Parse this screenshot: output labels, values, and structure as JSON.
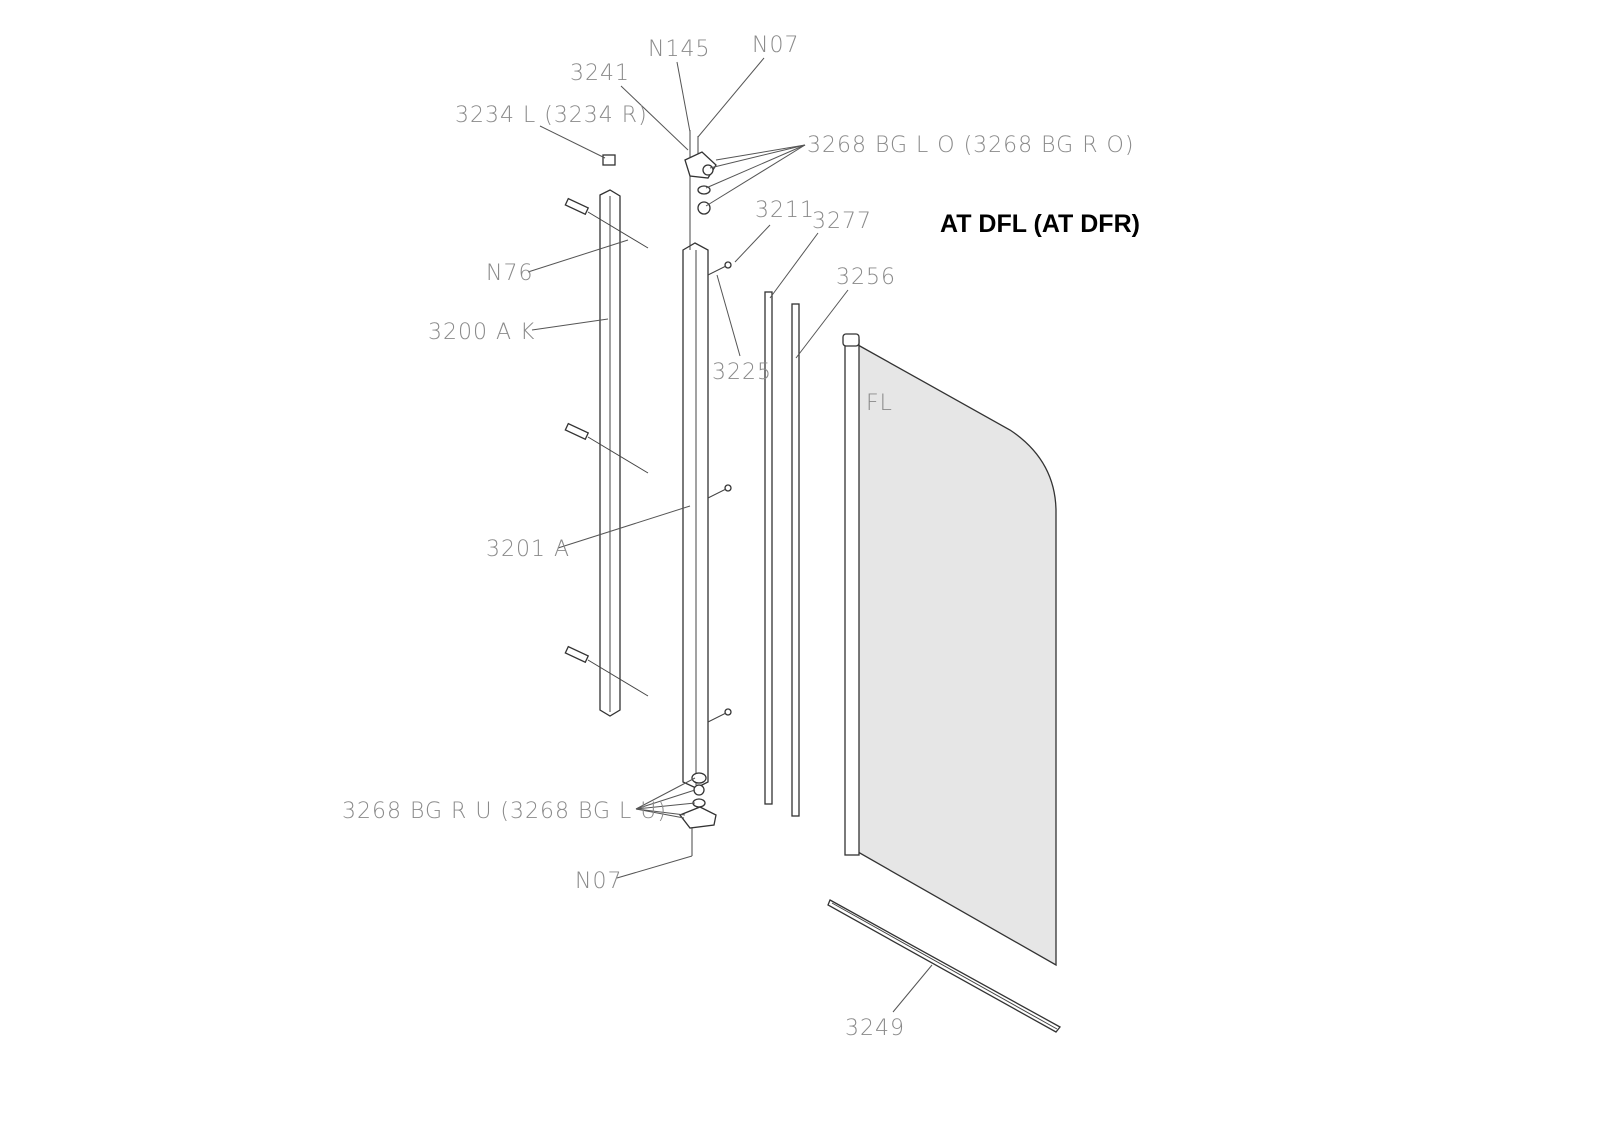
{
  "title": "AT DFL (AT DFR)",
  "labels": {
    "n145": "N145",
    "n07_top": "N07",
    "p3241": "3241",
    "p3234": "3234 L (3234 R)",
    "p3268_top": "3268 BG L O (3268 BG R O)",
    "p3211": "3211",
    "p3277": "3277",
    "n76": "N76",
    "p3256": "3256",
    "p3200": "3200 A K",
    "p3225": "3225",
    "fl": "FL",
    "p3201": "3201 A",
    "p3268_bottom": "3268 BG R U (3268 BG L U)",
    "n07_bottom": "N07",
    "p3249": "3249"
  },
  "colors": {
    "glass": "#e6e6e6",
    "label": "#8a8a8a"
  }
}
